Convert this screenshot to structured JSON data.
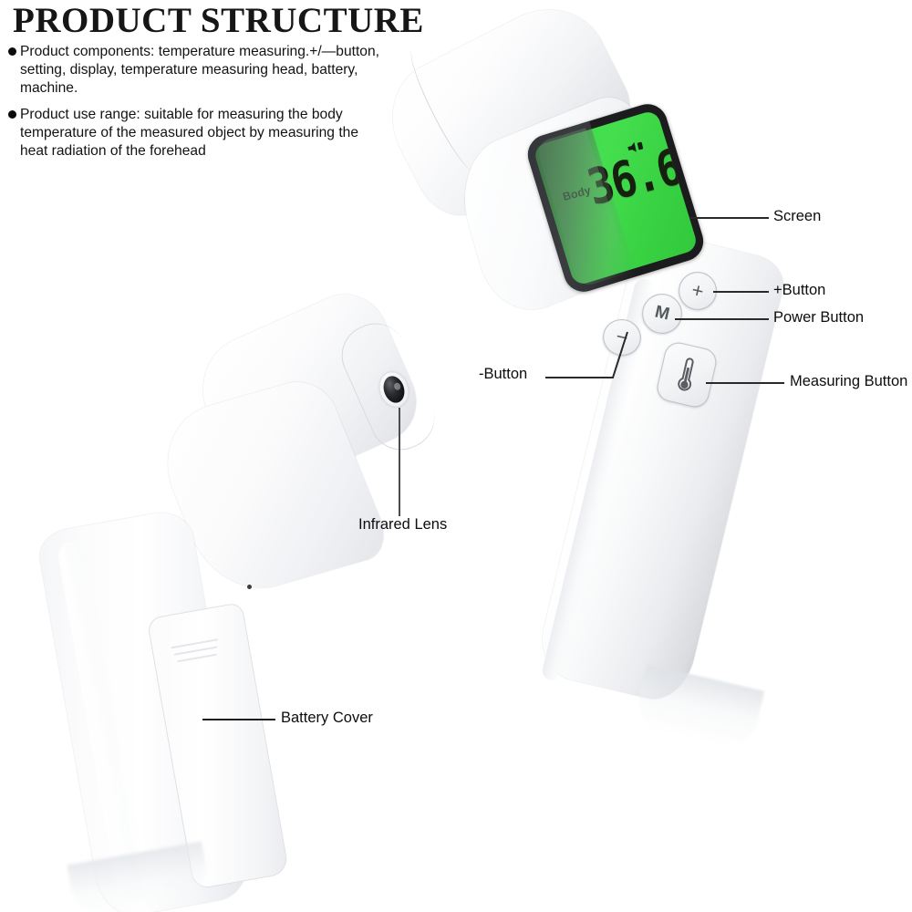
{
  "page": {
    "title": "PRODUCT STRUCTURE"
  },
  "description": {
    "bullets": [
      "Product components: temperature measuring.+/—button, setting, display, temperature measuring head, battery, machine.",
      "Product use range: suitable for measuring the body temperature of the measured object by measuring the heat radiation of the forehead"
    ]
  },
  "device_front": {
    "screen": {
      "mode_label": "Body",
      "reading": "36.6",
      "speaker_icon": "speaker-icon",
      "backlight_color": "#3fd84a",
      "bezel_color": "#1c1c1e"
    },
    "buttons": [
      {
        "name": "plus-button",
        "glyph": "+"
      },
      {
        "name": "power-button",
        "glyph": "M"
      },
      {
        "name": "minus-button",
        "glyph": "−"
      },
      {
        "name": "measuring-button",
        "glyph": "thermometer-icon"
      }
    ]
  },
  "device_rear": {
    "lens_icon": "infrared-lens-icon",
    "battery_cover_icon": "battery-cover-panel"
  },
  "callouts": [
    {
      "id": "screen",
      "label": "Screen"
    },
    {
      "id": "plus",
      "label": "+Button"
    },
    {
      "id": "power",
      "label": "Power Button"
    },
    {
      "id": "measuring",
      "label": "Measuring Button"
    },
    {
      "id": "minus",
      "label": "-Button"
    },
    {
      "id": "lens",
      "label": "Infrared Lens"
    },
    {
      "id": "battery",
      "label": "Battery Cover"
    }
  ],
  "colors": {
    "text": "#0d0d0d",
    "leader_line": "#2a2a2a",
    "body_white": "#ffffff",
    "body_shade": "#dcdee2"
  }
}
